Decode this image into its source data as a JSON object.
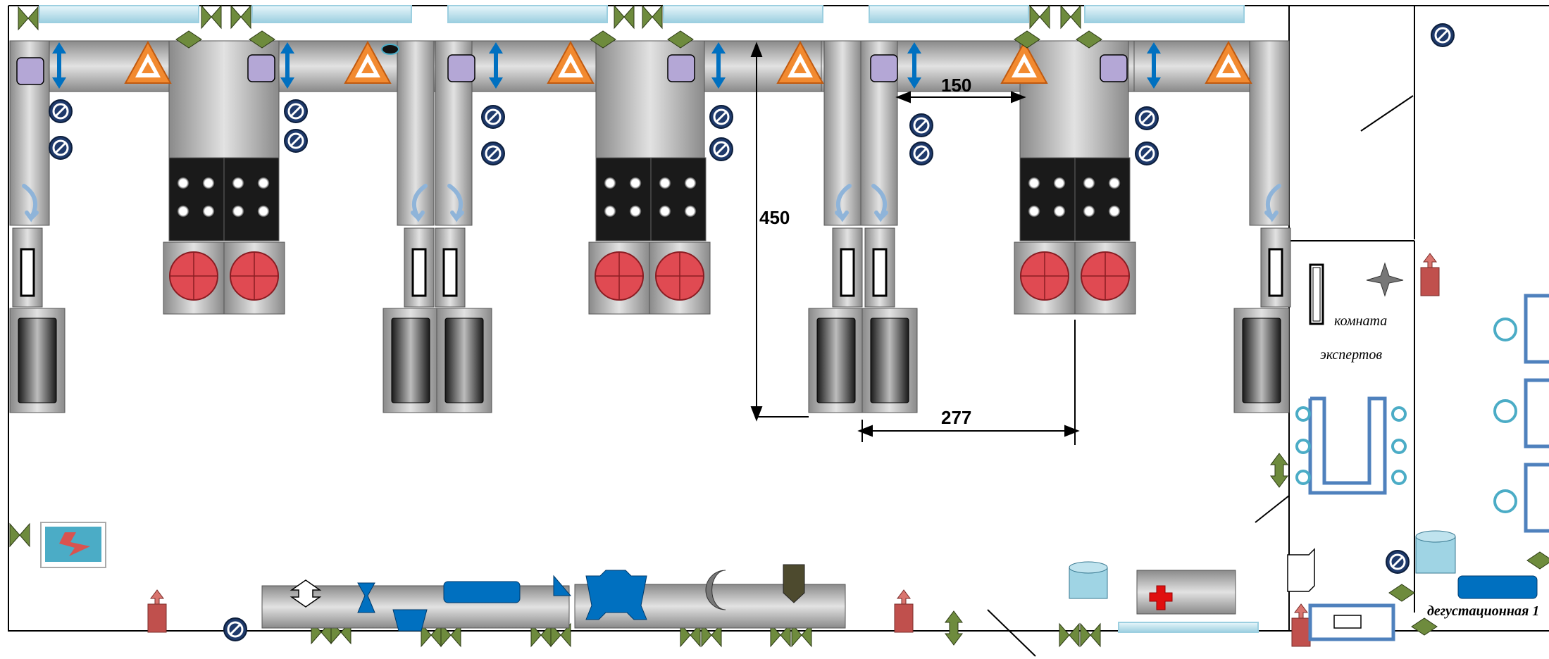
{
  "labels": {
    "dim_450": "450",
    "dim_150": "150",
    "dim_277": "277",
    "room_experts_line1": "комната",
    "room_experts_line2": "экспертов",
    "room_tasting": "дегустационная 1"
  },
  "colors": {
    "wall": "#000000",
    "counter_light": "#d9d9d9",
    "counter_dark": "#8c8c8c",
    "window": "#bfe3ee",
    "valve": "#6e8b3d",
    "no_sign": "#1f3a6b",
    "warning": "#f28a30",
    "arrow_blue": "#0070c0",
    "stove_red": "#e04a52",
    "equipment_blue": "#0070c0",
    "furniture_outline": "#4f81bd",
    "chair_outline": "#4bacc6",
    "extinguisher": "#c0504d"
  }
}
